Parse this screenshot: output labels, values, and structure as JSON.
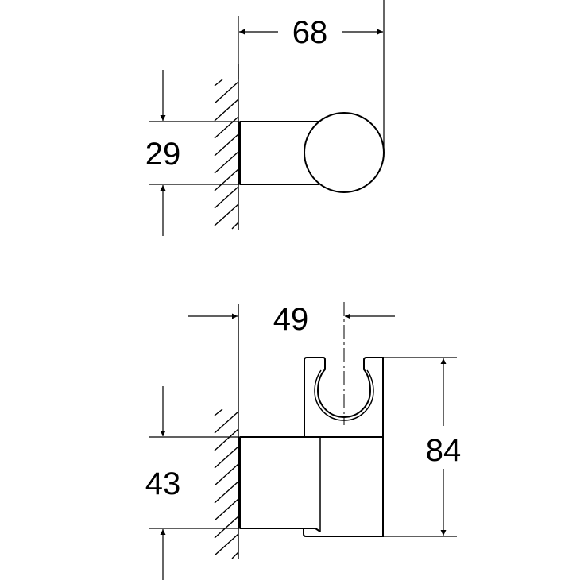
{
  "diagram": {
    "type": "technical-dimension-drawing",
    "subject": "wall-mounted shower handset holder",
    "colors": {
      "line": "#000000",
      "background": "#ffffff"
    },
    "views": [
      {
        "name": "top-view",
        "dimensions": {
          "depth": {
            "label": "68"
          },
          "height": {
            "label": "29"
          }
        }
      },
      {
        "name": "side-view",
        "dimensions": {
          "offset": {
            "label": "49"
          },
          "base_height": {
            "label": "43"
          },
          "total_height": {
            "label": "84"
          }
        }
      }
    ]
  }
}
